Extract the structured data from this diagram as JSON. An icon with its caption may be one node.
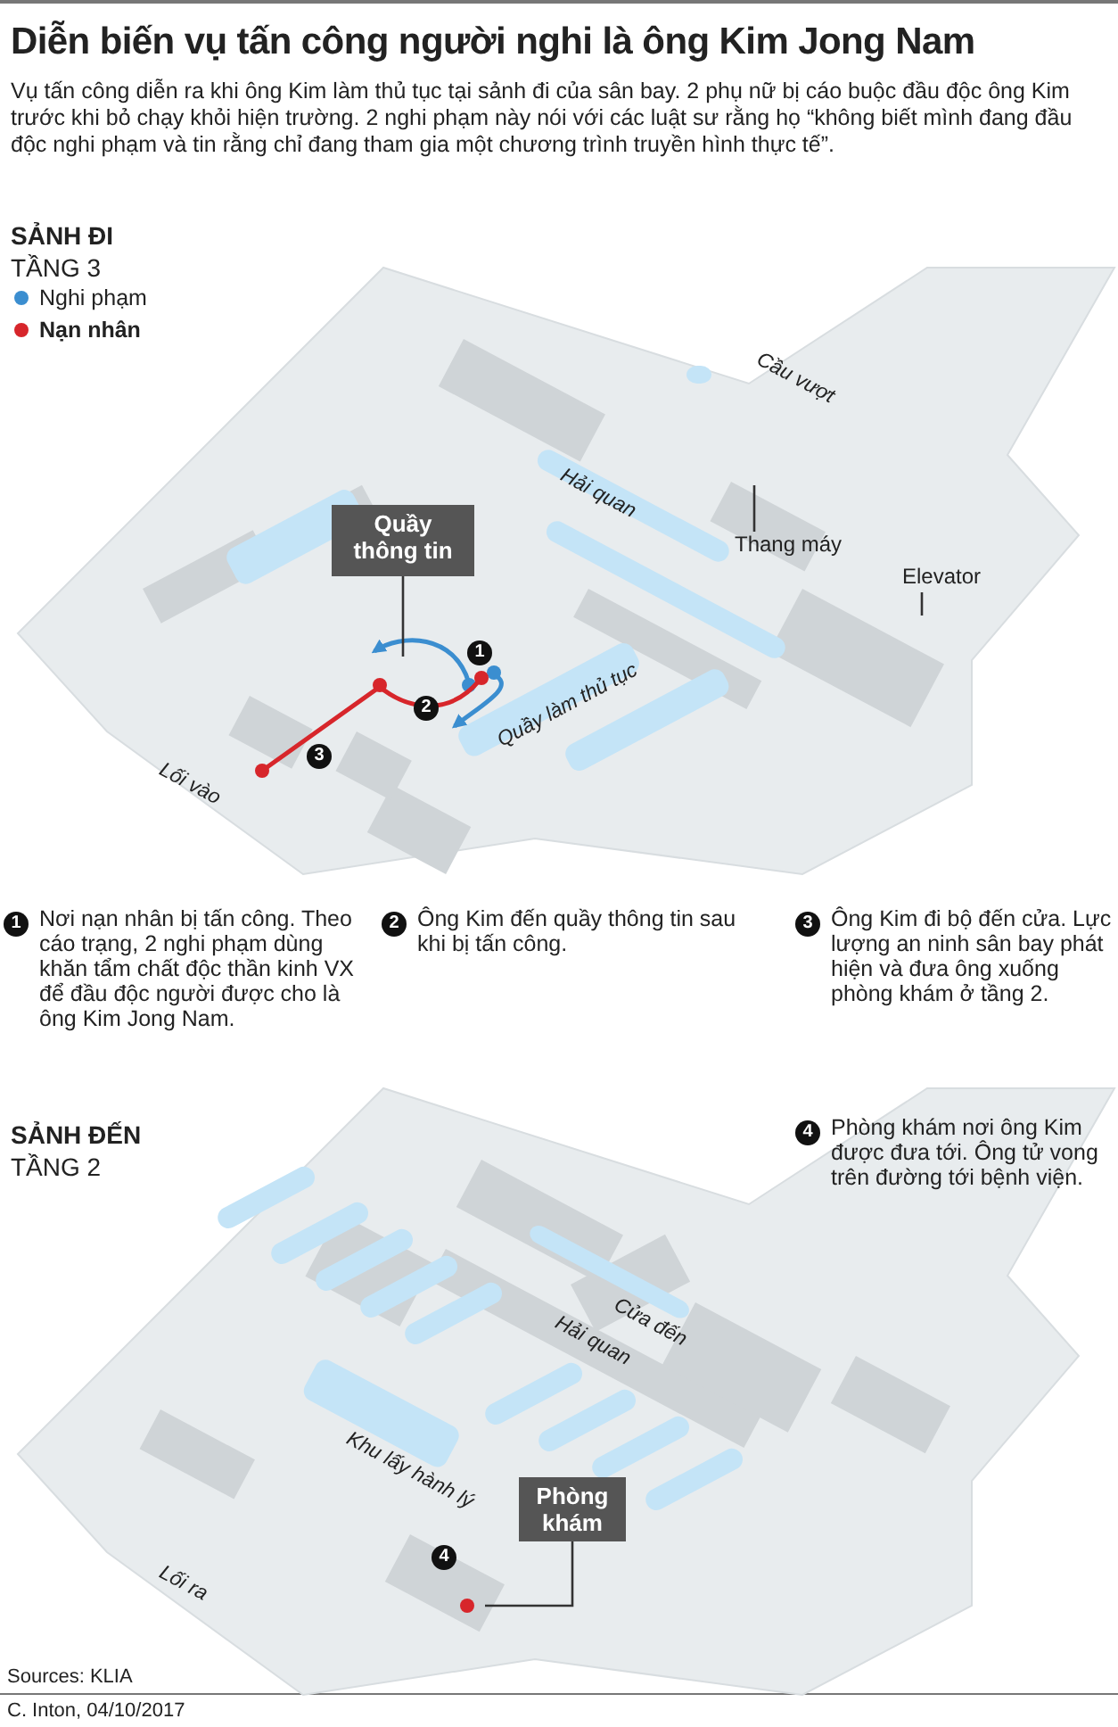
{
  "diagram": {
    "title": "Diễn biến vụ tấn công người nghi là ông Kim Jong Nam",
    "nodes": [
      {
        "text": [
          "Quầy thông tin"
        ]
      },
      {
        "text": [
          "Phòng khám"
        ]
      },
      {
        "text": [
          "Thang máy"
        ]
      },
      {
        "text": [
          "Elevator"
        ]
      }
    ],
    "edges": [
      {
        "from": 0,
        "to": null,
        "arrow": "none"
      },
      {
        "from": 1,
        "to": null,
        "arrow": "none"
      },
      {
        "from": 2,
        "to": null,
        "arrow": "none"
      },
      {
        "from": 3,
        "to": null,
        "arrow": "none"
      }
    ],
    "labels": [
      "Vụ tấn công diễn ra khi ông Kim làm thủ tục tại sảnh đi của sân bay. 2 phụ nữ bị cáo buộc đầu độc ông Kim trước khi bỏ chạy khỏi hiện trường. 2 nghi phạm này nói với các luật sư rằng họ “không biết mình đang đầu độc nghi phạm và tin rằng chỉ đang tham gia một chương trình truyền hình thực tế”.",
      "SẢNH ĐI",
      "TẦNG 3",
      "Cầu vượt",
      "Hải quan",
      "Quầy làm thủ tục",
      "1",
      "2",
      "3",
      "Lối vào",
      "1",
      "Nơi nạn nhân bị tấn công. Theo cáo trạng, 2 nghi phạm dùng khăn tẩm chất độc thần kinh VX để đầu độc người được cho là ông Kim Jong Nam.",
      "2",
      "Ông Kim đến quầy thông tin sau khi bị tấn công.",
      "3",
      "Ông Kim đi bộ đến cửa. Lực lượng an ninh sân bay phát hiện và đưa ông xuống phòng khám ở tầng 2.",
      "SẢNH ĐẾN",
      "TẦNG 2",
      "4",
      "Phòng khám nơi ông Kim được đưa tới. Ông tử vong trên đường tới bệnh viện.",
      "Cửa đến",
      "Hải quan",
      "Khu lấy hành lý",
      "4",
      "Lối ra",
      "Sources: KLIA",
      "C. Inton,  04/10/2017"
    ],
    "legend": [
      {
        "text": "Nghi phạm",
        "color": "#3b8ed0"
      },
      {
        "text": "Nạn nhân",
        "color": "#d7262b"
      }
    ]
  }
}
